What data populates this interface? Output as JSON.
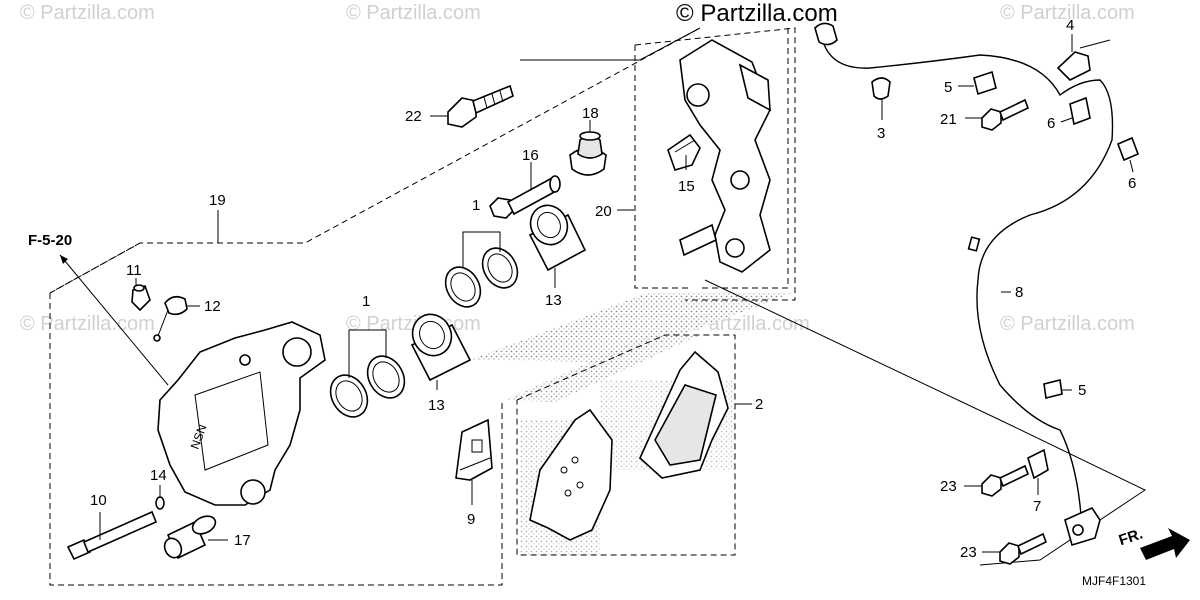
{
  "watermark": {
    "main": "© Partzilla.com",
    "faint": "© Partzilla.com"
  },
  "diagram_code": "MJF4F1301",
  "reference": "F-5-20",
  "direction": "FR.",
  "callouts": {
    "c1a": "1",
    "c1b": "1",
    "c2": "2",
    "c3": "3",
    "c4": "4",
    "c5a": "5",
    "c5b": "5",
    "c6a": "6",
    "c6b": "6",
    "c7": "7",
    "c8": "8",
    "c9": "9",
    "c10": "10",
    "c11": "11",
    "c12": "12",
    "c13a": "13",
    "c13b": "13",
    "c14": "14",
    "c15": "15",
    "c16": "16",
    "c17": "17",
    "c18": "18",
    "c19": "19",
    "c20": "20",
    "c21": "21",
    "c22": "22",
    "c23a": "23",
    "c23b": "23"
  }
}
